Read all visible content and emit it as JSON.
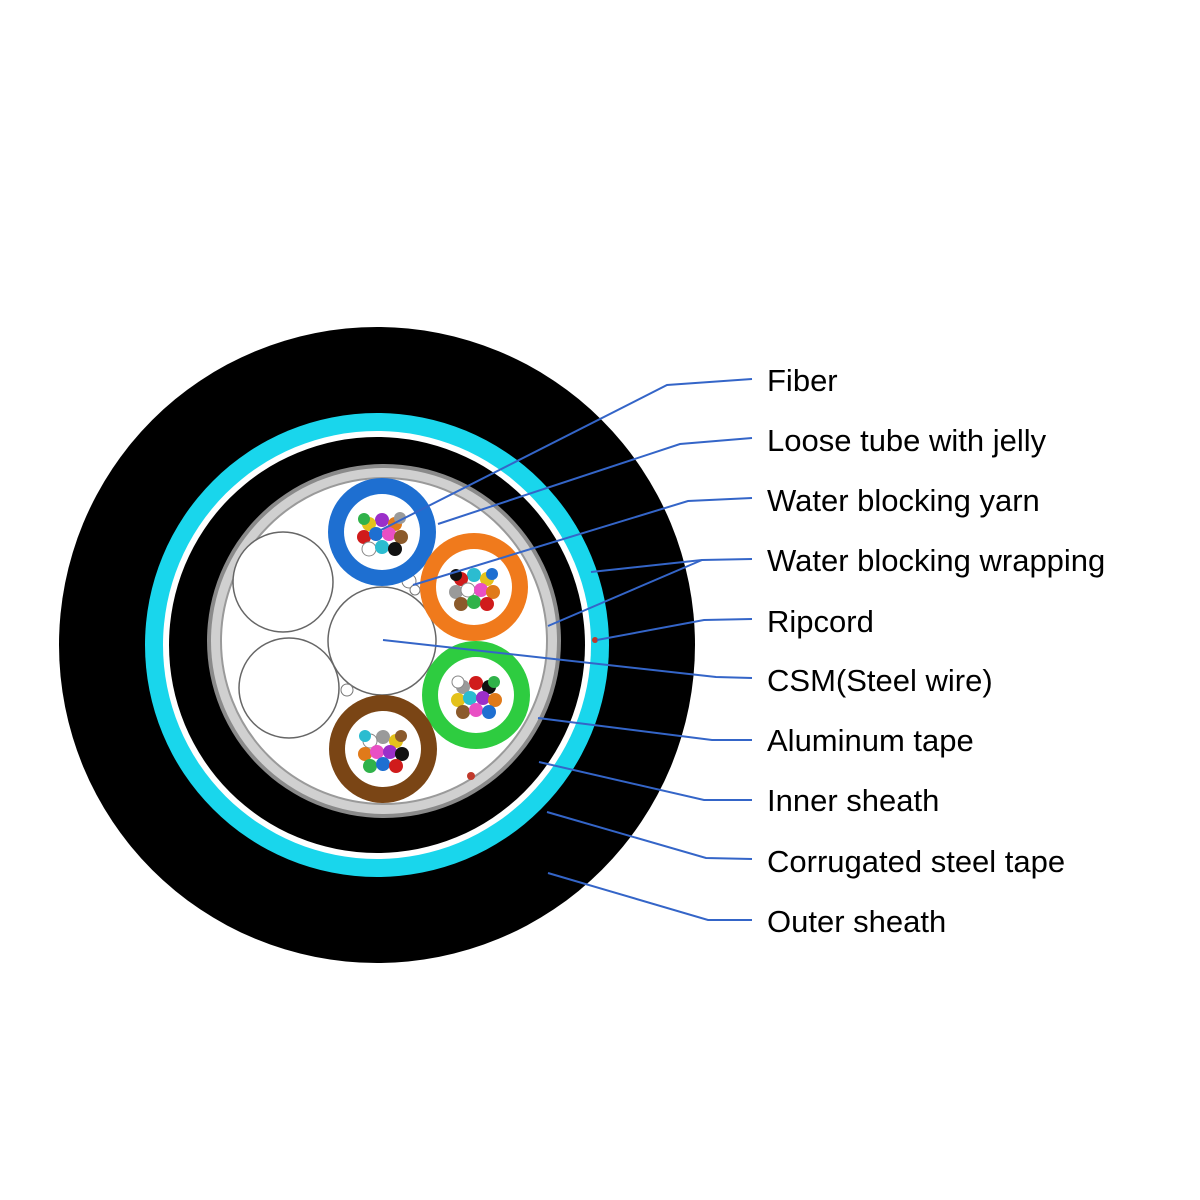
{
  "labels": [
    "Fiber",
    "Loose tube with jelly",
    "Water blocking yarn",
    "Water blocking wrapping",
    "Ripcord",
    "CSM(Steel wire)",
    "Aluminum tape",
    "Inner sheath",
    "Corrugated steel tape",
    "Outer sheath"
  ],
  "colors": {
    "outer_sheath": "#000000",
    "steel_tape": "#19d6ec",
    "leader": "#3465c8",
    "ripcord": "#c0392b",
    "aluminum": "#c8c8c8"
  },
  "tube_colors": [
    "blue",
    "orange",
    "green",
    "brown"
  ],
  "fiber_colors": [
    "red",
    "yellow",
    "blue",
    "green",
    "black",
    "white",
    "brown",
    "orange",
    "purple",
    "pink",
    "grey",
    "aqua"
  ]
}
